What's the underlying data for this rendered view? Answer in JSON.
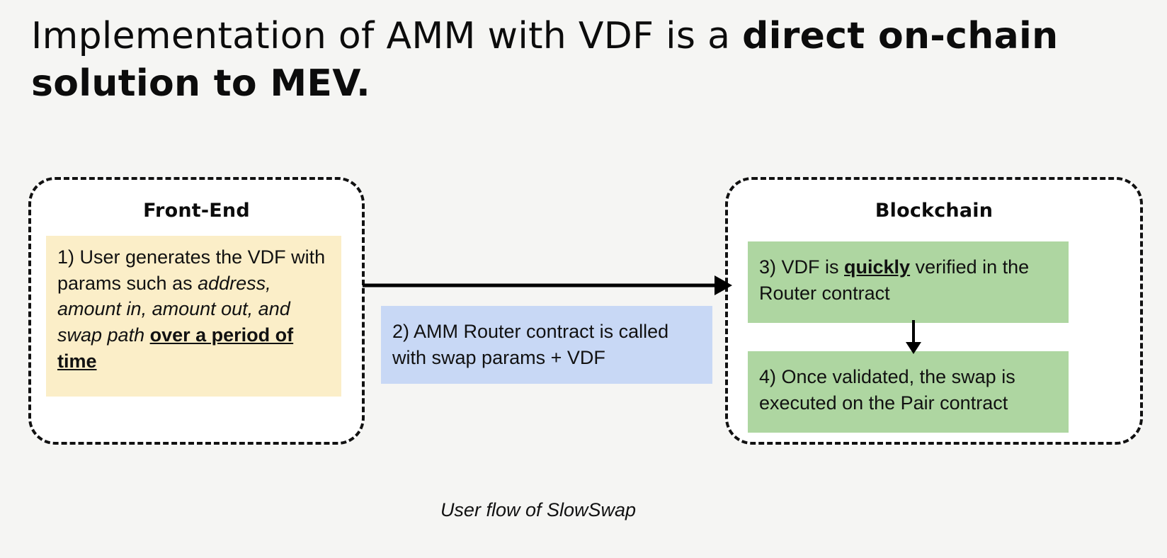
{
  "slide": {
    "background_color": "#f5f5f3",
    "title": {
      "lead": "Implementation of AMM with VDF is a ",
      "emphasis": "direct on-chain solution to MEV."
    },
    "caption": "User flow of SlowSwap"
  },
  "groups": [
    {
      "id": "frontend",
      "title": "Front-End",
      "border_style": "dashed",
      "border_color": "#111111",
      "fill_color": "#ffffff"
    },
    {
      "id": "blockchain",
      "title": "Blockchain",
      "border_style": "dashed",
      "border_color": "#111111",
      "fill_color": "#ffffff"
    }
  ],
  "steps": {
    "step1": {
      "number": "1)",
      "plain_a": " User generates the VDF with params such as ",
      "italic": "address, amount in, amount out, and swap path",
      "bold_underline": "over a period of time",
      "fill_color": "#fbeec8"
    },
    "step2": {
      "text": "2) AMM Router contract is called with swap params + VDF",
      "fill_color": "#c8d8f5"
    },
    "step3": {
      "number": "3)",
      "plain_a": " VDF is ",
      "bold_underline": "quickly",
      "plain_b": " verified in the Router contract",
      "fill_color": "#aed6a1"
    },
    "step4": {
      "text": "4) Once validated, the swap is executed on the Pair contract",
      "fill_color": "#aed6a1"
    }
  },
  "arrows": [
    {
      "id": "frontend-to-blockchain",
      "direction": "right",
      "color": "#000000"
    },
    {
      "id": "step3-to-step4",
      "direction": "down",
      "color": "#000000"
    }
  ]
}
